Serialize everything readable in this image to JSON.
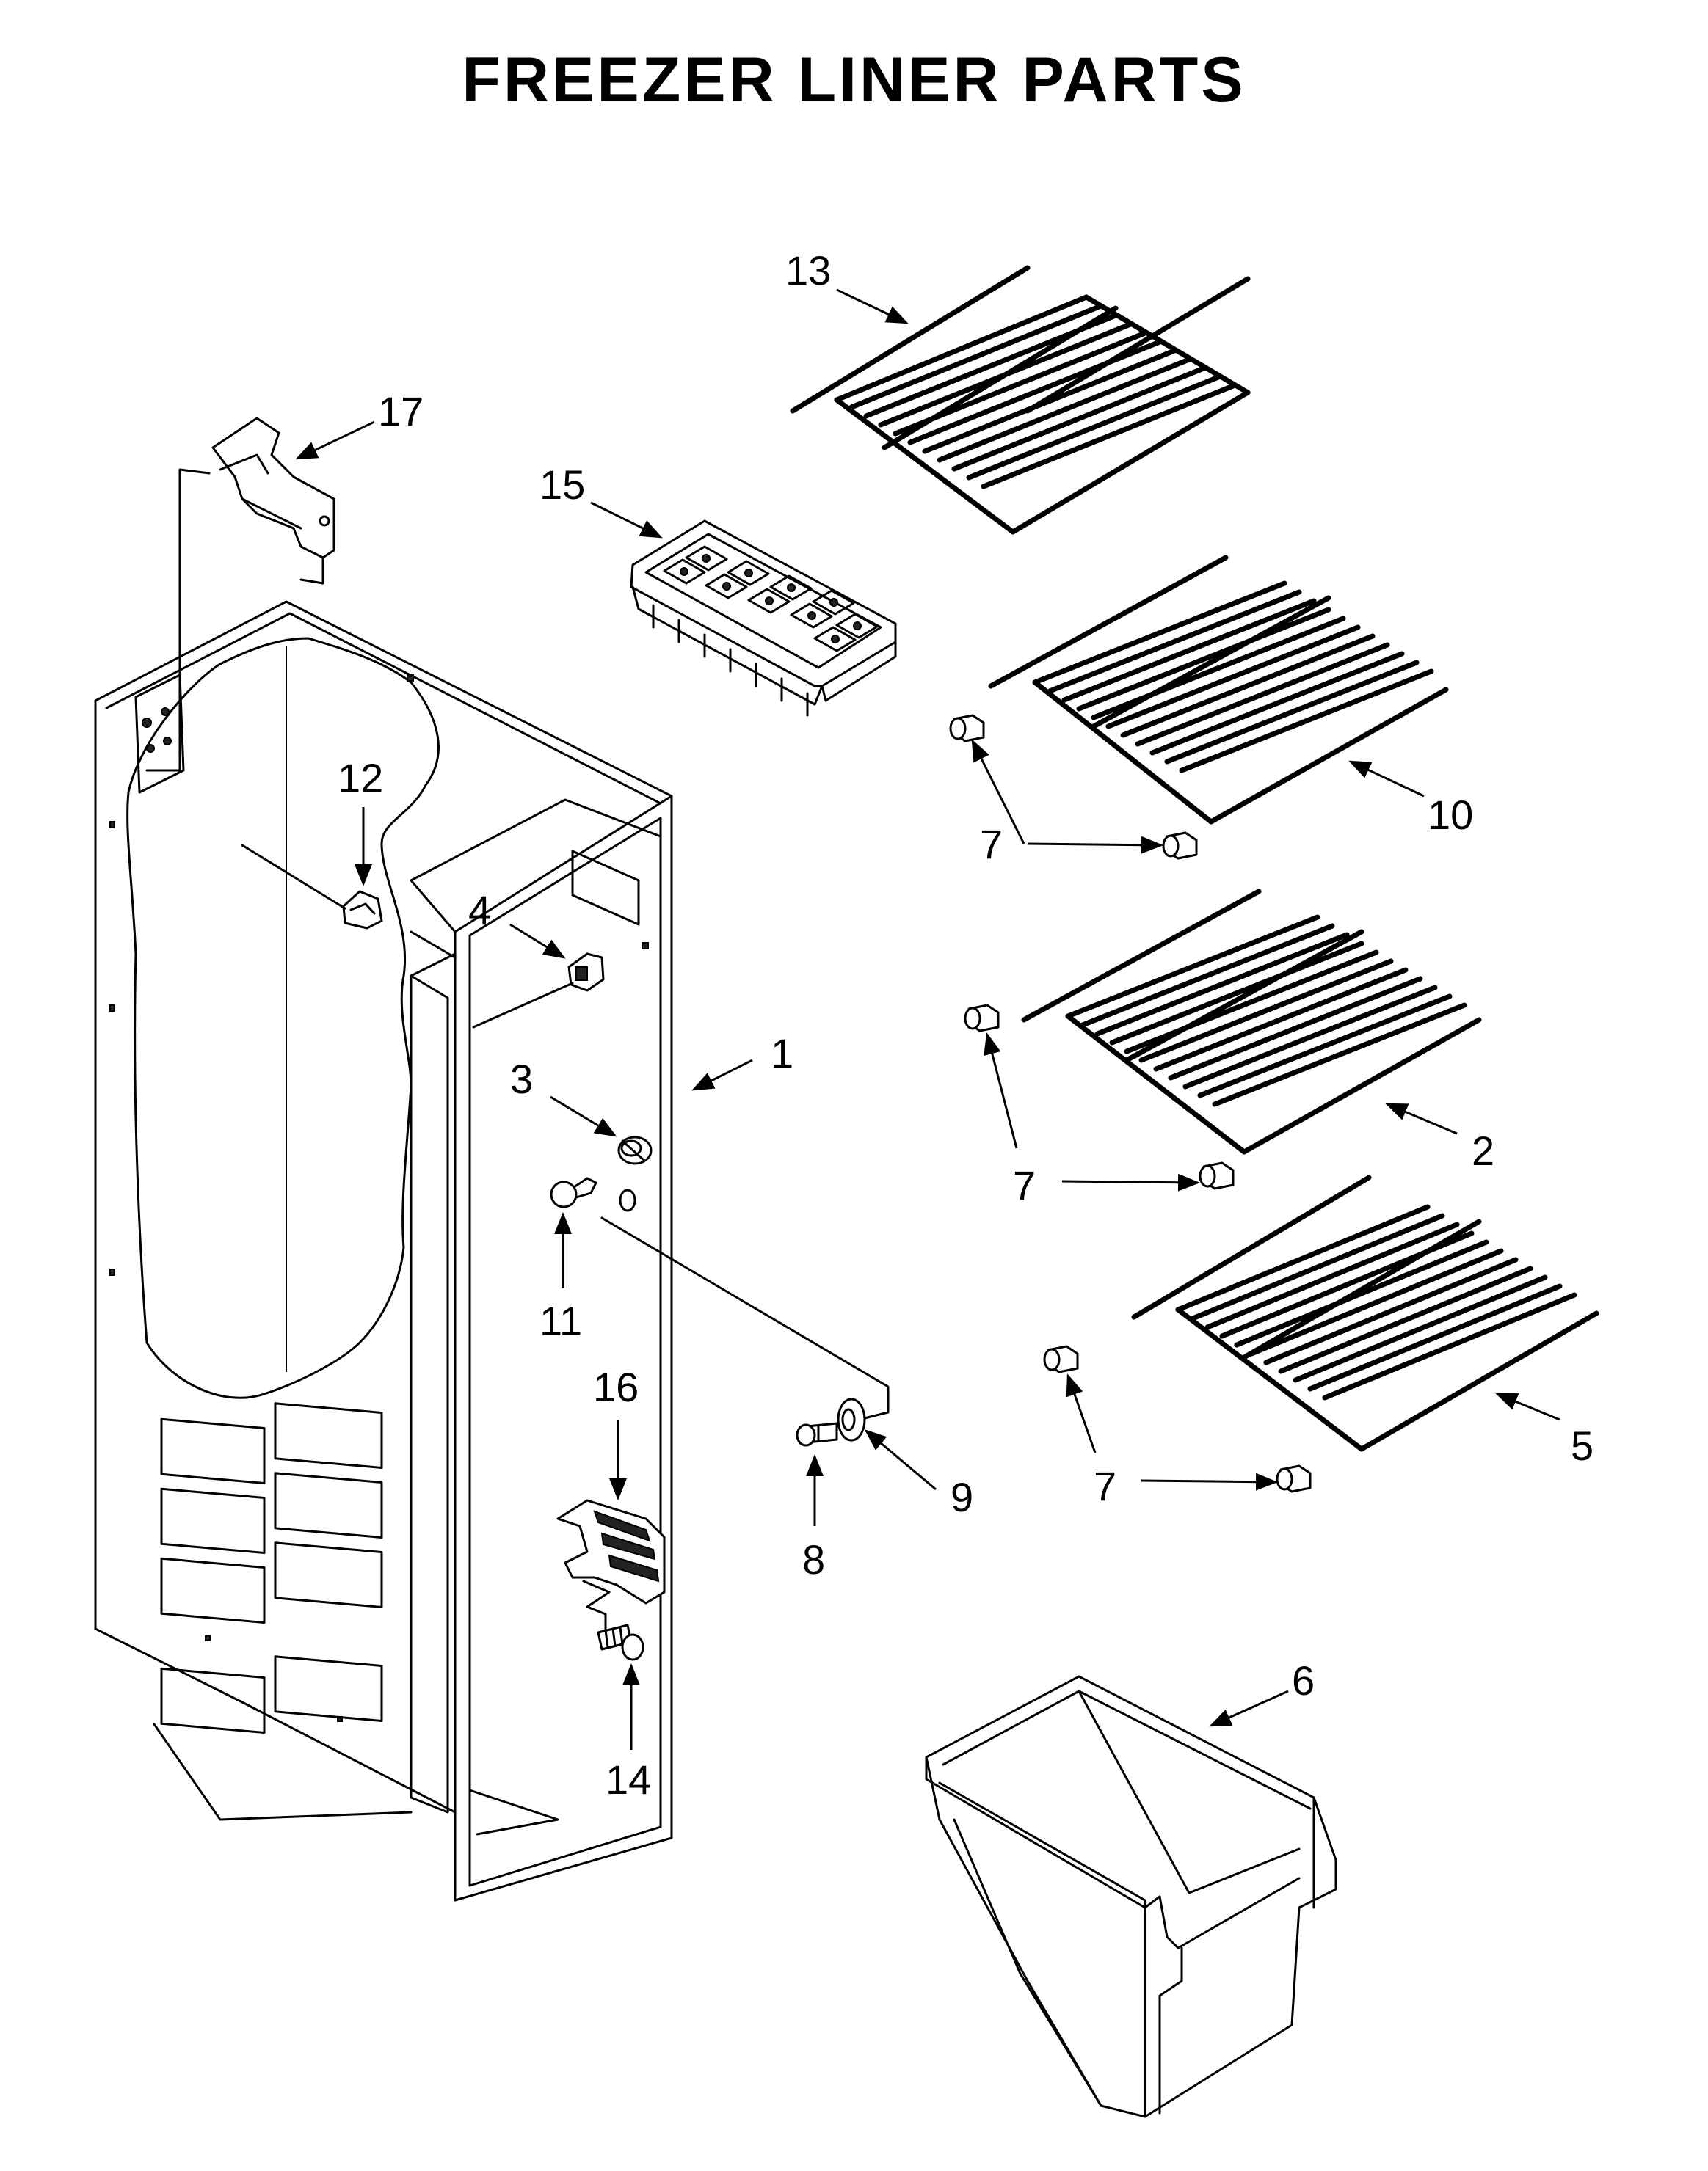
{
  "title": "FREEZER LINER PARTS",
  "callouts": {
    "c1": "1",
    "c2": "2",
    "c3": "3",
    "c4": "4",
    "c5": "5",
    "c6": "6",
    "c7a": "7",
    "c7b": "7",
    "c7c": "7",
    "c8": "8",
    "c9": "9",
    "c10": "10",
    "c11": "11",
    "c12": "12",
    "c13": "13",
    "c14": "14",
    "c15": "15",
    "c16": "16",
    "c17": "17"
  }
}
